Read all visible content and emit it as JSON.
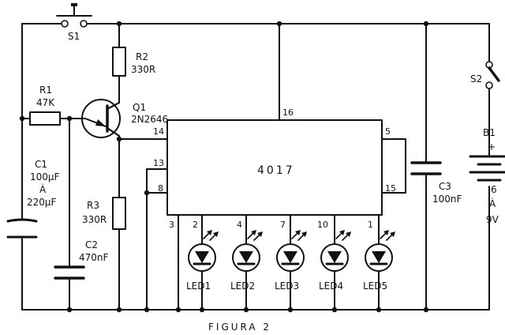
{
  "figure": {
    "caption": "FIGURA 2"
  },
  "ic": {
    "name": "4017",
    "pins": {
      "p16": "16",
      "p14": "14",
      "p13": "13",
      "p8": "8",
      "p3": "3",
      "p5": "5",
      "p15": "15",
      "p2": "2",
      "p4": "4",
      "p7": "7",
      "p10": "10",
      "p1": "1"
    }
  },
  "components": {
    "s1": {
      "ref": "S1"
    },
    "s2": {
      "ref": "S2"
    },
    "r1": {
      "ref": "R1",
      "value": "47K"
    },
    "r2": {
      "ref": "R2",
      "value": "330R"
    },
    "r3": {
      "ref": "R3",
      "value": "330R"
    },
    "q1": {
      "ref": "Q1",
      "value": "2N2646"
    },
    "c1": {
      "ref": "C1",
      "value1": "100µF",
      "sep": "À",
      "value2": "220µF"
    },
    "c2": {
      "ref": "C2",
      "value": "470nF"
    },
    "c3": {
      "ref": "C3",
      "value": "100nF"
    },
    "b1": {
      "ref": "B1",
      "plus": "+",
      "v1": "6",
      "sep": "À",
      "v2": "9V"
    }
  },
  "leds": [
    {
      "label": "LED1"
    },
    {
      "label": "LED2"
    },
    {
      "label": "LED3"
    },
    {
      "label": "LED4"
    },
    {
      "label": "LED5"
    }
  ]
}
